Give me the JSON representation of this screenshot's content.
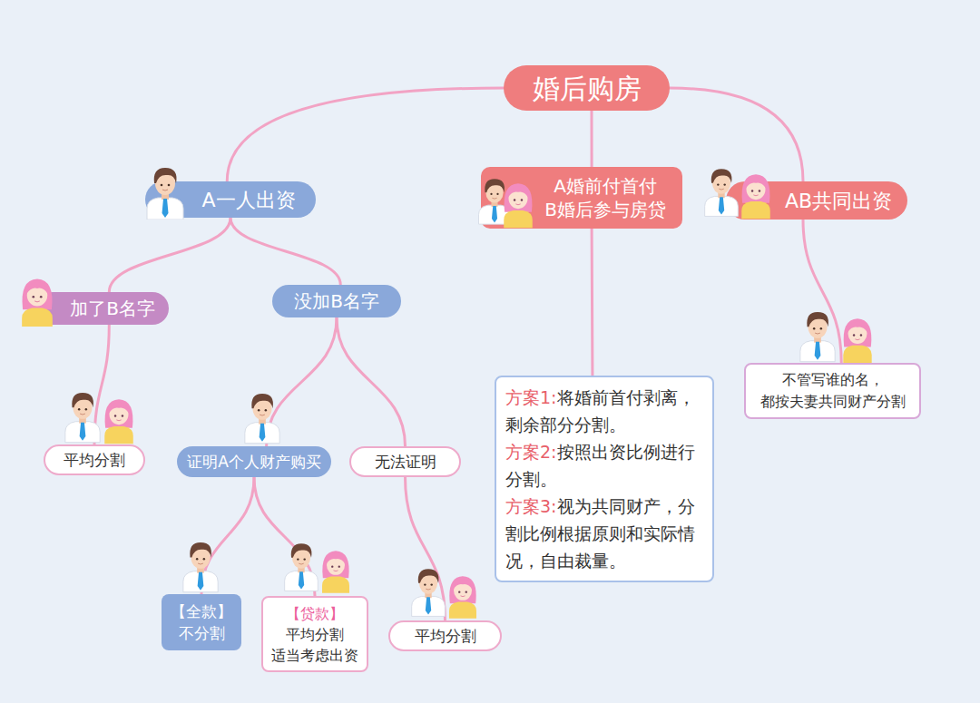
{
  "diagram": {
    "nodes": [
      {
        "text": [
          "婚后购房"
        ]
      },
      {
        "text": [
          "A一人出资"
        ]
      },
      {
        "text": [
          "A婚前付首付 B婚后参与房贷"
        ]
      },
      {
        "text": [
          "AB共同出资"
        ]
      },
      {
        "text": [
          "加了B名字"
        ]
      },
      {
        "text": [
          "没加B名字"
        ]
      },
      {
        "text": [
          "方案1:",
          "将婚前首付剥离，剩余部分分割。",
          "方案2:",
          "按照出资比例进行分割。",
          "方案3:",
          "视为共同财产，分割比例根据原则和实际情况，自由裁量。"
        ]
      },
      {
        "text": [
          "不管写谁的名， 都按夫妻共同财产分割"
        ]
      },
      {
        "text": [
          "平均分割"
        ]
      },
      {
        "text": [
          "证明A个人财产购买"
        ]
      },
      {
        "text": [
          "无法证明"
        ]
      },
      {
        "text": [
          "【全款】",
          "不分割"
        ]
      },
      {
        "text": [
          "【贷款】",
          "平均分割 适当考虑出资"
        ]
      },
      {
        "text": [
          "平均分割"
        ]
      }
    ],
    "edges": [
      {
        "from": 0,
        "to": 1,
        "arrow": "none"
      },
      {
        "from": 0,
        "to": 2,
        "arrow": "none"
      },
      {
        "from": 0,
        "to": 3,
        "arrow": "none"
      },
      {
        "from": 1,
        "to": 4,
        "arrow": "none"
      },
      {
        "from": 1,
        "to": 5,
        "arrow": "none"
      },
      {
        "from": 4,
        "to": 8,
        "arrow": "none"
      },
      {
        "from": 5,
        "to": 9,
        "arrow": "none"
      },
      {
        "from": 5,
        "to": 10,
        "arrow": "none"
      },
      {
        "from": 9,
        "to": 11,
        "arrow": "none"
      },
      {
        "from": 9,
        "to": 12,
        "arrow": "none"
      },
      {
        "from": 10,
        "to": 13,
        "arrow": "none"
      },
      {
        "from": 2,
        "to": 6,
        "arrow": "none"
      },
      {
        "from": 3,
        "to": 7,
        "arrow": "none"
      }
    ]
  }
}
